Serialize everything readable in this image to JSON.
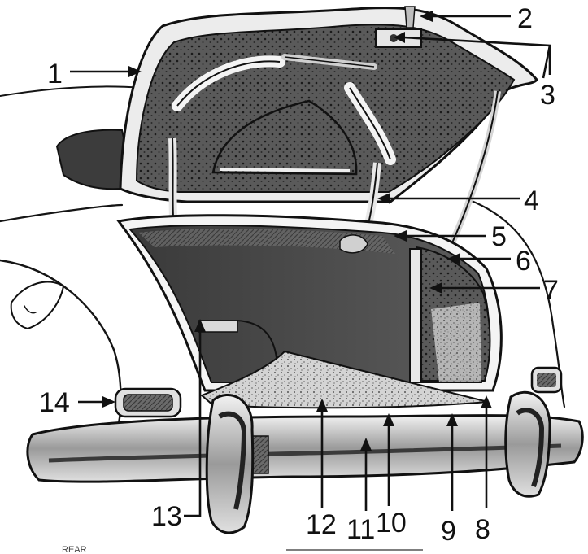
{
  "figure": {
    "caption_fragment": "REAR",
    "labels": [
      {
        "id": "1",
        "text": "1"
      },
      {
        "id": "2",
        "text": "2"
      },
      {
        "id": "3",
        "text": "3"
      },
      {
        "id": "4",
        "text": "4"
      },
      {
        "id": "5",
        "text": "5"
      },
      {
        "id": "6",
        "text": "6"
      },
      {
        "id": "7",
        "text": "7"
      },
      {
        "id": "8",
        "text": "8"
      },
      {
        "id": "9",
        "text": "9"
      },
      {
        "id": "10",
        "text": "10"
      },
      {
        "id": "11",
        "text": "11"
      },
      {
        "id": "12",
        "text": "12"
      },
      {
        "id": "13",
        "text": "13"
      },
      {
        "id": "14",
        "text": "14"
      }
    ]
  },
  "colors": {
    "ink": "#151515",
    "paper": "#ffffff",
    "panel_dark": "#4a4a4a",
    "panel_mid": "#7a7a7a",
    "chrome": "#d8d8d8",
    "floor_speckle": "#bdbdbd"
  }
}
